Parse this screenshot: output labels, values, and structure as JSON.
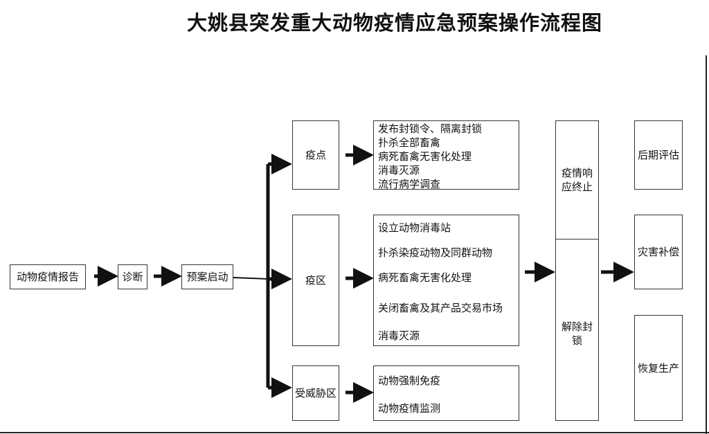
{
  "title": "大姚县突发重大动物疫情应急预案操作流程图",
  "start_nodes": {
    "report": "动物疫情报告",
    "diagnosis": "诊断",
    "plan_start": "预案启动"
  },
  "zones": {
    "epi_point": "疫点",
    "epi_area": "疫区",
    "threat_area": "受威胁区"
  },
  "measures": {
    "epi_point": [
      "发布封锁令、隔离封锁",
      "扑杀全部畜禽",
      "病死畜禽无害化处理",
      "消毒灭源",
      "流行病学调查"
    ],
    "epi_area": [
      "设立动物消毒站",
      "扑杀染疫动物及同群动物",
      "病死畜禽无害化处理",
      "关闭畜禽及其产品交易市场",
      "消毒灭源"
    ],
    "threat_area": [
      "动物强制免疫",
      "动物疫情监测"
    ]
  },
  "termination": {
    "response_end": [
      "疫情响",
      "应终止"
    ],
    "lift_blockade": [
      "解除封",
      "锁"
    ]
  },
  "final_steps": {
    "assessment": "后期评估",
    "compensation": "灾害补偿",
    "recovery": "恢复生产"
  }
}
